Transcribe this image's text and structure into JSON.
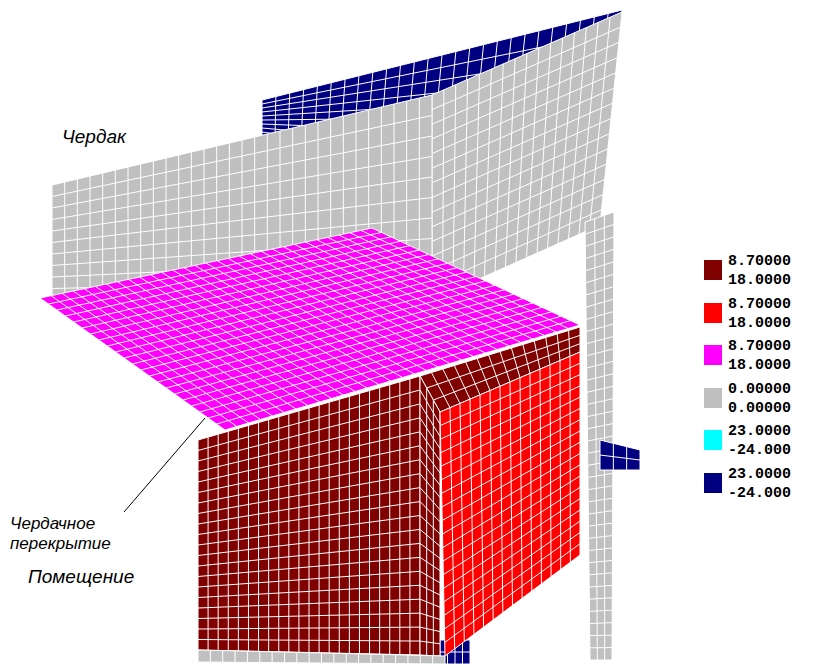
{
  "diagram": {
    "labels": [
      "Чердак",
      "Чердачное перекрытие",
      "Помещение"
    ],
    "legend": [
      {
        "text": "8.70000 18.0000",
        "color": "#800000"
      },
      {
        "text": "8.70000 18.0000",
        "color": "#ff0000"
      },
      {
        "text": "8.70000 18.0000",
        "color": "#ff00ff"
      },
      {
        "text": "0.00000 0.00000",
        "color": "#c0c0c0"
      },
      {
        "text": "23.0000 -24.000",
        "color": "#00ffff"
      },
      {
        "text": "23.0000 -24.000",
        "color": "#000080"
      }
    ]
  }
}
